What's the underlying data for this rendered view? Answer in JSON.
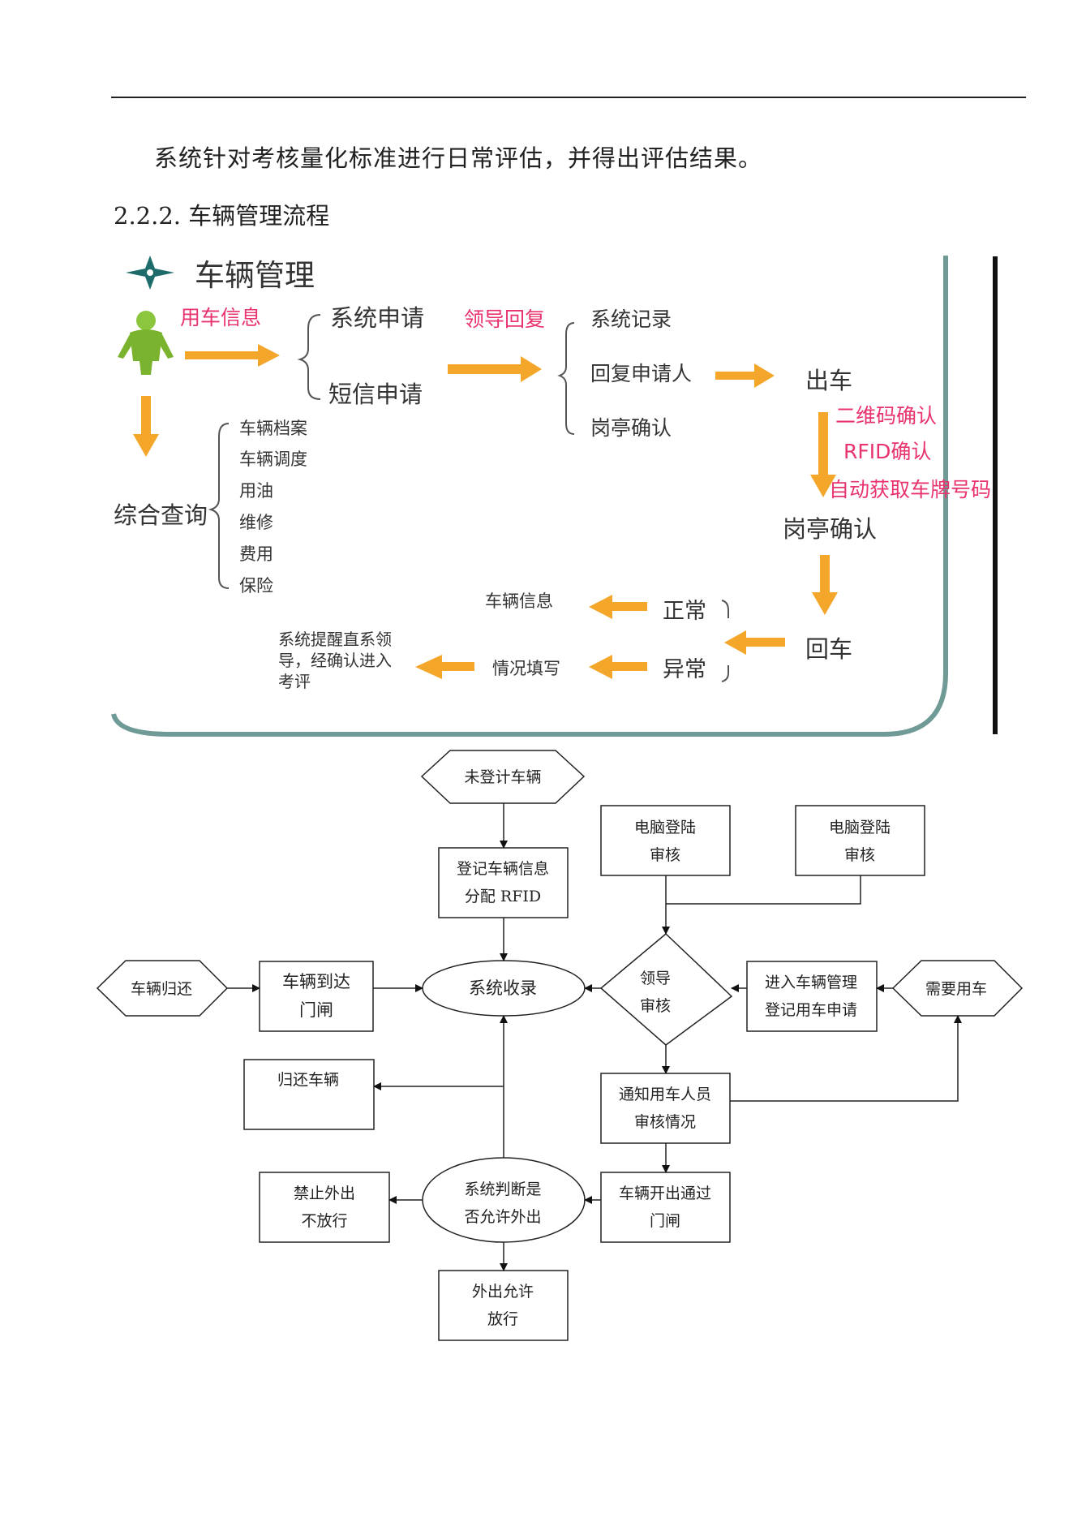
{
  "paragraph": "系统针对考核量化标准进行日常评估，并得出评估结果。",
  "heading": "2.2.2.  车辆管理流程",
  "panel": {
    "title": "车辆管理",
    "user_info": "用车信息",
    "sys_apply": "系统申请",
    "sms_apply": "短信申请",
    "leader_reply": "领导回复",
    "sys_record": "系统记录",
    "reply_applicant": "回复申请人",
    "booth_confirm_1": "岗亭确认",
    "depart": "出车",
    "qr_confirm": "二维码确认",
    "rfid_confirm": "RFID确认",
    "auto_plate": "自动获取车牌号码",
    "booth_confirm_2": "岗亭确认",
    "return_car": "回车",
    "normal": "正常",
    "abnormal": "异常",
    "vehicle_info": "车辆信息",
    "fill_in": "情况填写",
    "remind": [
      "系统提醒直系领",
      "导，经确认进入",
      "考评"
    ],
    "query": "综合查询",
    "query_items": [
      "车辆档案",
      "车辆调度",
      "用油",
      "维修",
      "费用",
      "保险"
    ]
  },
  "flow": {
    "unregistered": "未登计车辆",
    "register": [
      "登记车辆信息",
      "分配 RFID"
    ],
    "pc_login_1": [
      "电脑登陆",
      "审核"
    ],
    "pc_login_2": [
      "电脑登陆",
      "审核"
    ],
    "car_return": "车辆归还",
    "arrive_gate": [
      "车辆到达",
      "门闸"
    ],
    "sys_record": "系统收录",
    "leader_review": [
      "领导",
      "审核"
    ],
    "enter_mgmt": [
      "进入车辆管理",
      "登记用车申请"
    ],
    "need_car": "需要用车",
    "return_vehicle": "归还车辆",
    "notify": [
      "通知用车人员",
      "审核情况"
    ],
    "forbid": [
      "禁止外出",
      "不放行"
    ],
    "judge": [
      "系统判断是",
      "否允许外出"
    ],
    "exit_gate": [
      "车辆开出通过",
      "门闸"
    ],
    "allow": [
      "外出允许",
      "放行"
    ]
  },
  "colors": {
    "arrow": "#f4a62a",
    "pink": "#e8336d",
    "panel_border": "#6f9a95",
    "bar": "#111111"
  }
}
